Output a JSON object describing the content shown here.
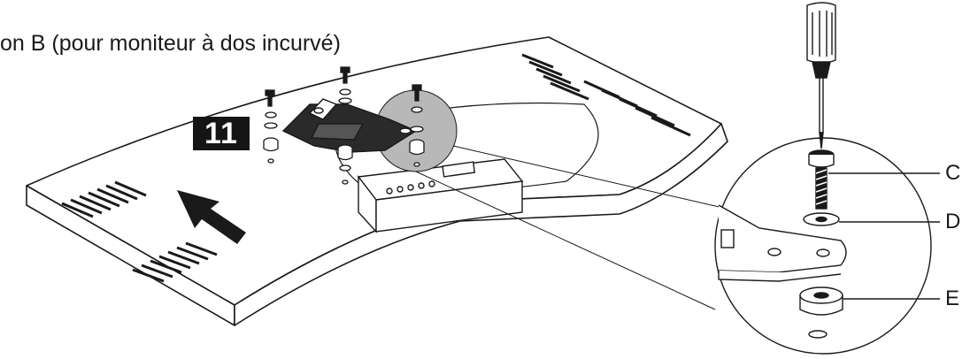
{
  "heading": "on B (pour moniteur à dos incurvé)",
  "step_number": "11",
  "callouts": [
    {
      "letter": "C",
      "part": "screw"
    },
    {
      "letter": "D",
      "part": "washer"
    },
    {
      "letter": "E",
      "part": "spacer"
    }
  ],
  "colors": {
    "ink": "#1a1a1a",
    "badge": "#151515",
    "highlight": "#b8b8b8"
  },
  "icons": [
    "screwdriver-icon",
    "arrow-icon",
    "screw-icon"
  ]
}
